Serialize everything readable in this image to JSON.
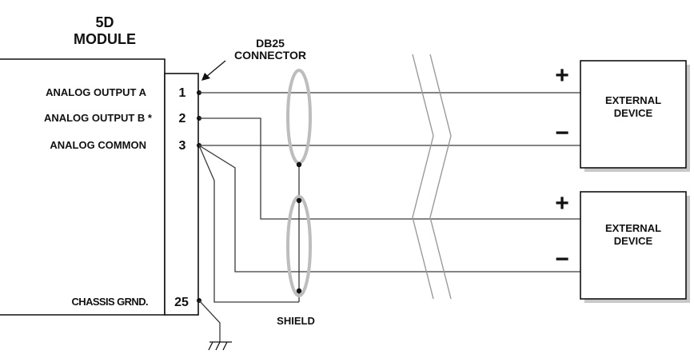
{
  "module": {
    "title_line1": "5D",
    "title_line2": "MODULE"
  },
  "connector": {
    "label_line1": "DB25",
    "label_line2": "CONNECTOR"
  },
  "signals": [
    {
      "label": "ANALOG OUTPUT A",
      "pin": "1"
    },
    {
      "label": "ANALOG OUTPUT B *",
      "pin": "2"
    },
    {
      "label": "ANALOG COMMON",
      "pin": "3"
    },
    {
      "label": "CHASSIS GRND.",
      "pin": "25"
    }
  ],
  "devices": [
    {
      "label_line1": "EXTERNAL",
      "label_line2": "DEVICE",
      "plus": "+",
      "minus": "−"
    },
    {
      "label_line1": "EXTERNAL",
      "label_line2": "DEVICE",
      "plus": "+",
      "minus": "−"
    }
  ],
  "shield_label": "SHIELD",
  "colors": {
    "wire": "#3a3a3a",
    "shield": "#bdbdbd",
    "outline": "#111111"
  }
}
